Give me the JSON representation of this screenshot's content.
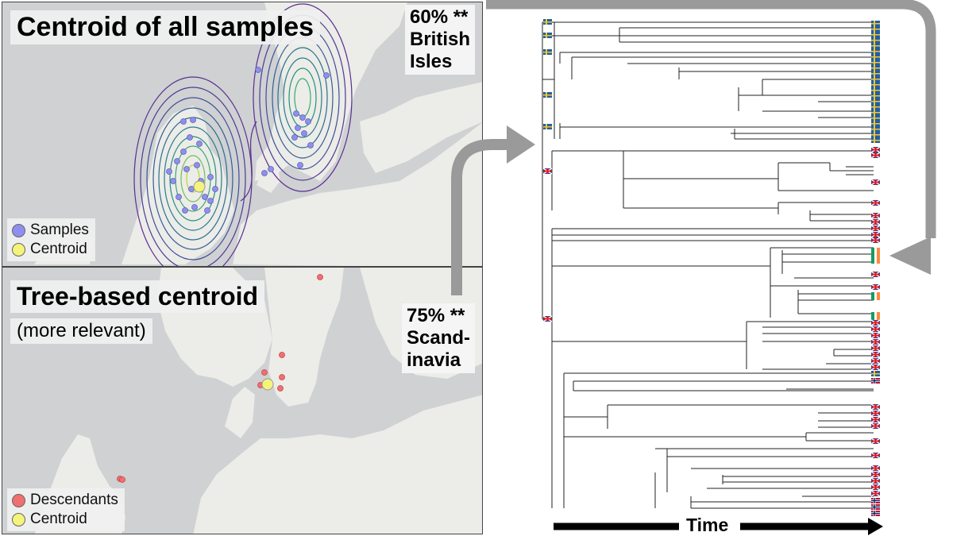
{
  "top_panel": {
    "title": "Centroid of all samples",
    "legend": [
      {
        "label": "Samples",
        "color": "#8f8ff0"
      },
      {
        "label": "Centroid",
        "color": "#f4f47a"
      }
    ],
    "percent_label": "60% **\nBritish\nIsles"
  },
  "bottom_panel": {
    "title": "Tree-based centroid",
    "subtitle": "(more relevant)",
    "legend": [
      {
        "label": "Descendants",
        "color": "#f07070"
      },
      {
        "label": "Centroid",
        "color": "#f4f47a"
      }
    ],
    "percent_label": "75% **\nScand-\ninavia"
  },
  "tree": {
    "axis_label": "Time",
    "flags": [
      "swedish-flag",
      "british-flag",
      "irish-flag",
      "norwegian-flag"
    ]
  },
  "colors": {
    "arrow": "#9a9a9a",
    "tree_line": "#222222",
    "sample_dot": "#8f8ff0",
    "descendant_dot": "#f07070",
    "centroid_dot": "#f4f47a"
  }
}
